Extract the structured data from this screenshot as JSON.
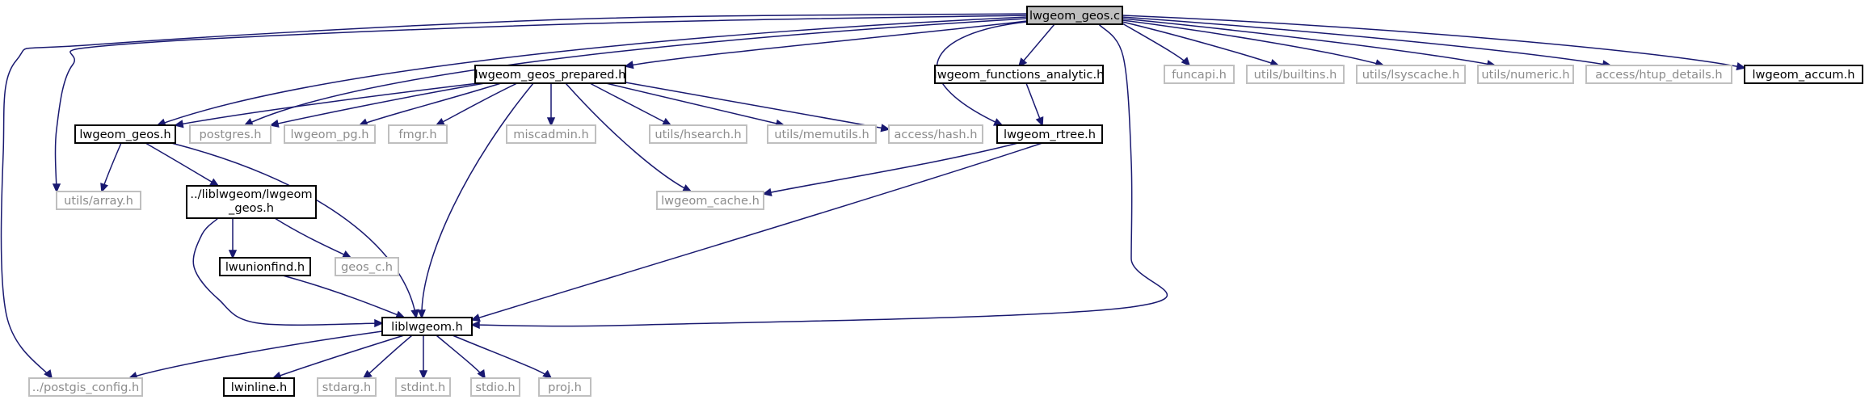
{
  "graph": {
    "colors": {
      "edge": "#191970",
      "root_fill": "#bfbfbf",
      "documented_border": "#000000",
      "documented_text": "#000000",
      "external_border": "#bfbfbf",
      "external_text": "#8c8c8c"
    },
    "nodes": [
      {
        "id": "lwgeom_geos_c",
        "label": "lwgeom_geos.c",
        "kind": "root"
      },
      {
        "id": "lwgeom_geos_prepared_h",
        "label": "lwgeom_geos_prepared.h",
        "kind": "documented"
      },
      {
        "id": "lwgeom_functions_analytic_h",
        "label": "lwgeom_functions_analytic.h",
        "kind": "documented"
      },
      {
        "id": "funcapi_h",
        "label": "funcapi.h",
        "kind": "external"
      },
      {
        "id": "utils_builtins_h",
        "label": "utils/builtins.h",
        "kind": "external"
      },
      {
        "id": "utils_lsyscache_h",
        "label": "utils/lsyscache.h",
        "kind": "external"
      },
      {
        "id": "utils_numeric_h",
        "label": "utils/numeric.h",
        "kind": "external"
      },
      {
        "id": "access_htup_details_h",
        "label": "access/htup_details.h",
        "kind": "external"
      },
      {
        "id": "lwgeom_accum_h",
        "label": "lwgeom_accum.h",
        "kind": "documented"
      },
      {
        "id": "lwgeom_geos_h",
        "label": "lwgeom_geos.h",
        "kind": "documented"
      },
      {
        "id": "postgres_h",
        "label": "postgres.h",
        "kind": "external"
      },
      {
        "id": "lwgeom_pg_h",
        "label": "lwgeom_pg.h",
        "kind": "external"
      },
      {
        "id": "fmgr_h",
        "label": "fmgr.h",
        "kind": "external"
      },
      {
        "id": "miscadmin_h",
        "label": "miscadmin.h",
        "kind": "external"
      },
      {
        "id": "utils_hsearch_h",
        "label": "utils/hsearch.h",
        "kind": "external"
      },
      {
        "id": "utils_memutils_h",
        "label": "utils/memutils.h",
        "kind": "external"
      },
      {
        "id": "access_hash_h",
        "label": "access/hash.h",
        "kind": "external"
      },
      {
        "id": "lwgeom_rtree_h",
        "label": "lwgeom_rtree.h",
        "kind": "documented"
      },
      {
        "id": "utils_array_h",
        "label": "utils/array.h",
        "kind": "external"
      },
      {
        "id": "liblwgeom_lwgeom_geos_h",
        "label": "../liblwgeom/lwgeom",
        "label2": "_geos.h",
        "kind": "documented"
      },
      {
        "id": "lwgeom_cache_h",
        "label": "lwgeom_cache.h",
        "kind": "external"
      },
      {
        "id": "lwunionfind_h",
        "label": "lwunionfind.h",
        "kind": "documented"
      },
      {
        "id": "geos_c_h",
        "label": "geos_c.h",
        "kind": "external"
      },
      {
        "id": "liblwgeom_h",
        "label": "liblwgeom.h",
        "kind": "documented"
      },
      {
        "id": "postgis_config_h",
        "label": "../postgis_config.h",
        "kind": "external"
      },
      {
        "id": "lwinline_h",
        "label": "lwinline.h",
        "kind": "documented"
      },
      {
        "id": "stdarg_h",
        "label": "stdarg.h",
        "kind": "external"
      },
      {
        "id": "stdint_h",
        "label": "stdint.h",
        "kind": "external"
      },
      {
        "id": "stdio_h",
        "label": "stdio.h",
        "kind": "external"
      },
      {
        "id": "proj_h",
        "label": "proj.h",
        "kind": "external"
      }
    ],
    "edges": [
      {
        "from": "lwgeom_geos_c",
        "to": "lwgeom_geos_prepared_h"
      },
      {
        "from": "lwgeom_geos_c",
        "to": "lwgeom_functions_analytic_h"
      },
      {
        "from": "lwgeom_geos_c",
        "to": "funcapi_h"
      },
      {
        "from": "lwgeom_geos_c",
        "to": "utils_builtins_h"
      },
      {
        "from": "lwgeom_geos_c",
        "to": "utils_lsyscache_h"
      },
      {
        "from": "lwgeom_geos_c",
        "to": "utils_numeric_h"
      },
      {
        "from": "lwgeom_geos_c",
        "to": "access_htup_details_h"
      },
      {
        "from": "lwgeom_geos_c",
        "to": "lwgeom_accum_h"
      },
      {
        "from": "lwgeom_geos_c",
        "to": "lwgeom_geos_h"
      },
      {
        "from": "lwgeom_geos_c",
        "to": "postgres_h"
      },
      {
        "from": "lwgeom_geos_c",
        "to": "utils_array_h"
      },
      {
        "from": "lwgeom_geos_c",
        "to": "postgis_config_h"
      },
      {
        "from": "lwgeom_geos_c",
        "to": "lwgeom_rtree_h"
      },
      {
        "from": "lwgeom_geos_c",
        "to": "liblwgeom_h"
      },
      {
        "from": "lwgeom_geos_prepared_h",
        "to": "lwgeom_geos_h"
      },
      {
        "from": "lwgeom_geos_prepared_h",
        "to": "postgres_h"
      },
      {
        "from": "lwgeom_geos_prepared_h",
        "to": "lwgeom_pg_h"
      },
      {
        "from": "lwgeom_geos_prepared_h",
        "to": "fmgr_h"
      },
      {
        "from": "lwgeom_geos_prepared_h",
        "to": "miscadmin_h"
      },
      {
        "from": "lwgeom_geos_prepared_h",
        "to": "utils_hsearch_h"
      },
      {
        "from": "lwgeom_geos_prepared_h",
        "to": "utils_memutils_h"
      },
      {
        "from": "lwgeom_geos_prepared_h",
        "to": "access_hash_h"
      },
      {
        "from": "lwgeom_geos_prepared_h",
        "to": "lwgeom_cache_h"
      },
      {
        "from": "lwgeom_geos_prepared_h",
        "to": "liblwgeom_h"
      },
      {
        "from": "lwgeom_functions_analytic_h",
        "to": "lwgeom_rtree_h"
      },
      {
        "from": "lwgeom_rtree_h",
        "to": "lwgeom_cache_h"
      },
      {
        "from": "lwgeom_rtree_h",
        "to": "liblwgeom_h"
      },
      {
        "from": "lwgeom_geos_h",
        "to": "utils_array_h"
      },
      {
        "from": "lwgeom_geos_h",
        "to": "liblwgeom_lwgeom_geos_h"
      },
      {
        "from": "lwgeom_geos_h",
        "to": "liblwgeom_h"
      },
      {
        "from": "liblwgeom_lwgeom_geos_h",
        "to": "lwunionfind_h"
      },
      {
        "from": "liblwgeom_lwgeom_geos_h",
        "to": "geos_c_h"
      },
      {
        "from": "liblwgeom_lwgeom_geos_h",
        "to": "liblwgeom_h"
      },
      {
        "from": "lwunionfind_h",
        "to": "liblwgeom_h"
      },
      {
        "from": "liblwgeom_h",
        "to": "postgis_config_h"
      },
      {
        "from": "liblwgeom_h",
        "to": "lwinline_h"
      },
      {
        "from": "liblwgeom_h",
        "to": "stdarg_h"
      },
      {
        "from": "liblwgeom_h",
        "to": "stdint_h"
      },
      {
        "from": "liblwgeom_h",
        "to": "stdio_h"
      },
      {
        "from": "liblwgeom_h",
        "to": "proj_h"
      }
    ]
  }
}
